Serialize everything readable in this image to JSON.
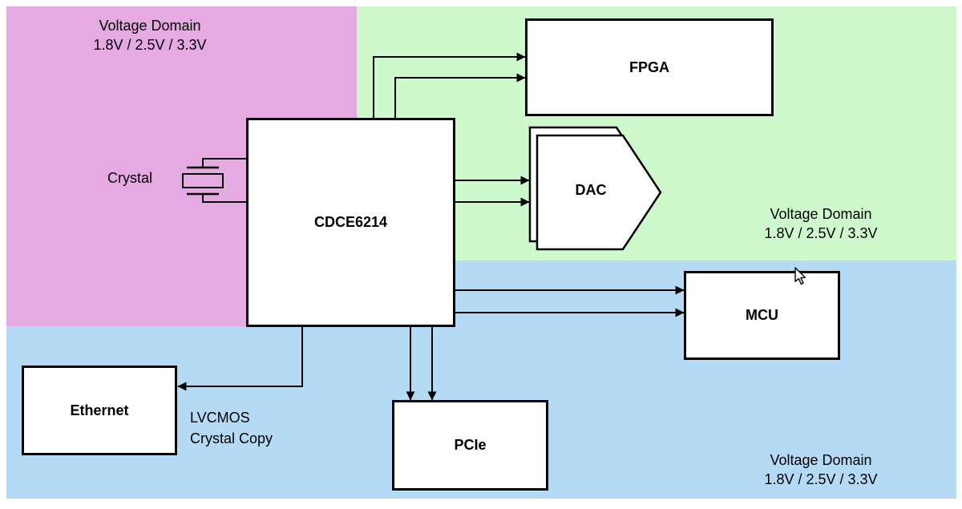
{
  "colors": {
    "domain_pink": "#E5AAE2",
    "domain_green": "#CEF9CD",
    "domain_blue": "#B4DAF6",
    "block_fill": "#FFFFFF",
    "line_color": "#000000",
    "background": "#FFFFFF"
  },
  "voltage_domains": {
    "pink": {
      "label_line1": "Voltage Domain",
      "label_line2": "1.8V / 2.5V / 3.3V"
    },
    "green": {
      "label_line1": "Voltage Domain",
      "label_line2": "1.8V / 2.5V / 3.3V"
    },
    "blue": {
      "label_line1": "Voltage Domain",
      "label_line2": "1.8V / 2.5V / 3.3V"
    }
  },
  "blocks": {
    "cdce6214": {
      "label": "CDCE6214"
    },
    "fpga": {
      "label": "FPGA"
    },
    "dac": {
      "label": "DAC"
    },
    "mcu": {
      "label": "MCU"
    },
    "ethernet": {
      "label": "Ethernet"
    },
    "pcie": {
      "label": "PCIe"
    }
  },
  "annotations": {
    "crystal_label": "Crystal",
    "lvcmos_line1": "LVCMOS",
    "lvcmos_line2": "Crystal Copy"
  },
  "icons": {
    "crystal": "crystal-oscillator-symbol",
    "cursor": "mouse-pointer"
  }
}
